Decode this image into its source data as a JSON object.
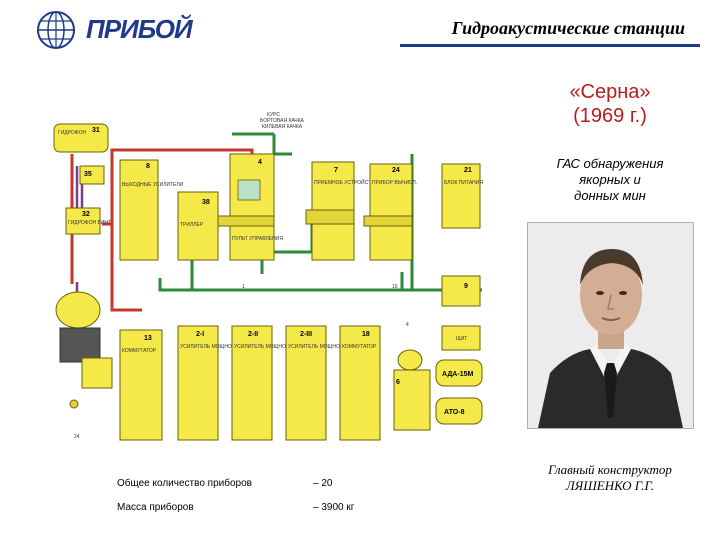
{
  "header": {
    "logo_text": "ПРИБОЙ",
    "title": "Гидроакустические станции"
  },
  "station": {
    "name": "«Серна»",
    "year": "(1969 г.)",
    "description_lines": [
      "ГАС обнаружения",
      "якорных и",
      "донных мин"
    ]
  },
  "designer": {
    "role": "Главный конструктор",
    "name": "ЛЯШЕНКО Г.Г."
  },
  "stats": [
    {
      "label": "Общее количество приборов",
      "value": "– 20"
    },
    {
      "label": "Масса приборов",
      "value": "– 3900 кг"
    }
  ],
  "diagram": {
    "top_label_lines": [
      "КУРС",
      "БОРТОВАЯ КАЧКА",
      "КИЛЕВАЯ КАЧКА"
    ],
    "units": [
      {
        "num": "31",
        "label": "ГИДРОФОН"
      },
      {
        "num": "35",
        "label": ""
      },
      {
        "num": "32",
        "label": "ГИДРОФОН ВИНТ"
      },
      {
        "num": "8",
        "label": "ВЫХОДНЫЕ УСИЛИТЕЛИ"
      },
      {
        "num": "38",
        "label": ""
      },
      {
        "num": "",
        "label": "ТРИЛЛЕР"
      },
      {
        "num": "4",
        "label": "ПУЛЬТ УПРАВЛЕНИЯ"
      },
      {
        "num": "7",
        "label": "ПРИЕМНОЕ УСТРОЙСТВО"
      },
      {
        "num": "24",
        "label": "ПРИБОР ВЫЧИСЛ."
      },
      {
        "num": "21",
        "label": "БЛОК ПИТАНИЯ"
      },
      {
        "num": "9",
        "label": ""
      },
      {
        "num": "13",
        "label": "КОММУТАТОР"
      },
      {
        "num": "2-I",
        "label": "УСИЛИТЕЛЬ МОЩНОСТИ"
      },
      {
        "num": "2-II",
        "label": "УСИЛИТЕЛЬ МОЩНОСТИ"
      },
      {
        "num": "2-III",
        "label": "УСИЛИТЕЛЬ МОЩНОСТИ"
      },
      {
        "num": "18",
        "label": "КОММУТАТОР"
      },
      {
        "num": "",
        "label": "ЩИТ"
      },
      {
        "num": "",
        "label": "АДА-15М"
      },
      {
        "num": "",
        "label": "АТО-8"
      },
      {
        "num": "6",
        "label": ""
      }
    ],
    "misc_numbers": [
      "1",
      "15",
      "4",
      "24"
    ]
  },
  "colors": {
    "unit_fill": "#f5e94a",
    "unit_stroke": "#6b6100",
    "cable_red": "#c0392b",
    "cable_green": "#2e8b3a",
    "cable_purple": "#7a3f8f",
    "brand_blue": "#1e3a8a",
    "accent_red": "#b91c1c"
  }
}
